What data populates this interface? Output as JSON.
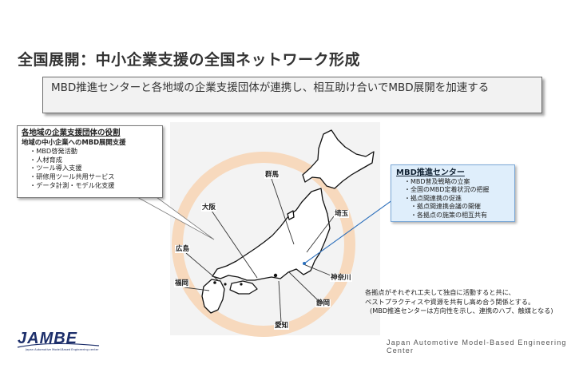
{
  "title": "全国展開：中小企業支援の全国ネットワーク形成",
  "summary": "MBD推進センターと各地域の企業支援団体が連携し、相互助け合いでMBD展開を加速する",
  "regional_box": {
    "heading": "各地域の企業支援団体の役割",
    "subheading": "地域の中小企業へのMBD展開支援",
    "items": [
      "MBD啓発活動",
      "人材育成",
      "ツール導入支援",
      "研修用ツール共用サービス",
      "データ計測・モデル化支援"
    ]
  },
  "center_box": {
    "heading": "MBD推進センター",
    "items": [
      "MBD普及戦略の立案",
      "全国のMBD定着状況の把握",
      "拠点間連携の促進"
    ],
    "sub_items": [
      "拠点間連携会議の開催",
      "各拠点の施策の相互共有"
    ]
  },
  "prefectures": {
    "gunma": "群馬",
    "osaka": "大阪",
    "saitama": "埼玉",
    "hiroshima": "広島",
    "fukuoka": "福岡",
    "kanagawa": "神奈川",
    "shizuoka": "静岡",
    "aichi": "愛知"
  },
  "note": {
    "line1": "各拠点がそれぞれ工夫して独自に活動すると共に、",
    "line2": "ベストプラクティスや資源を共有し高め合う関係とする。",
    "line3": "(MBD推進センターは方向性を示し、連携のハブ、触媒となる)"
  },
  "logo": {
    "word": "JAMBE",
    "sub": "Japan Automotive Model-Based Engineering center"
  },
  "tagline": "Japan Automotive Model-Based Engineering Center",
  "colors": {
    "ring": "#f7d9bd",
    "center_box_bg": "#dfeefb",
    "center_link": "#2a6ebb",
    "logo": "#1d2f6b"
  }
}
